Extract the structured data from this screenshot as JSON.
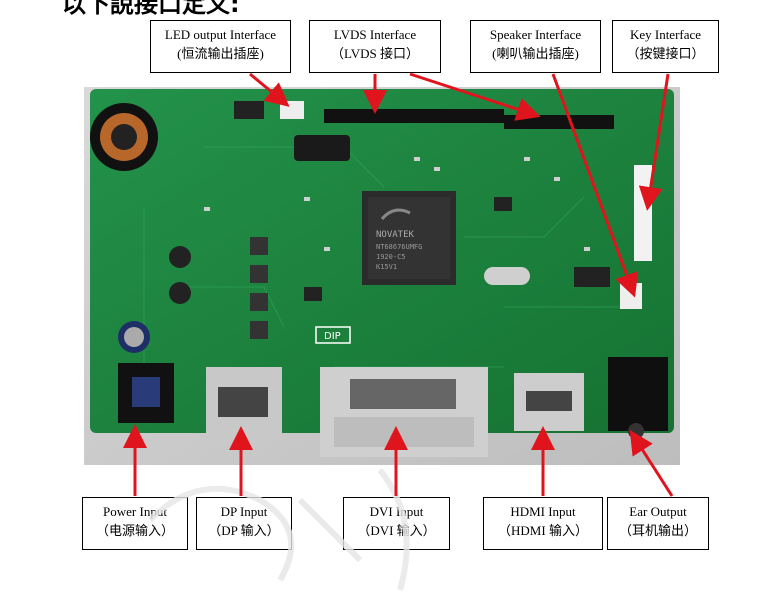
{
  "heading_fragment": "以下說接口定义:",
  "labels": {
    "led": {
      "en": "LED output Interface",
      "zh": "(恒流输出插座)"
    },
    "lvds": {
      "en": "LVDS Interface",
      "zh": "（LVDS 接口）"
    },
    "speaker": {
      "en": "Speaker Interface",
      "zh": "(喇叭输出插座)"
    },
    "key": {
      "en": "Key Interface",
      "zh": "（按键接口）"
    },
    "power": {
      "en": "Power Input",
      "zh": "（电源输入）"
    },
    "dp": {
      "en": "DP Input",
      "zh": "（DP 输入）"
    },
    "dvi": {
      "en": "DVI Input",
      "zh": "（DVI 输入）"
    },
    "hdmi": {
      "en": "HDMI Input",
      "zh": "（HDMI 输入）"
    },
    "ear": {
      "en": "Ear Output",
      "zh": "（耳机输出）"
    }
  },
  "board": {
    "chip_brand": "NOVATEK",
    "chip_lines": [
      "NT68676UMFG",
      "1920-C5",
      "K15V1"
    ],
    "dip_label": "DIP"
  },
  "colors": {
    "arrow": "#e0141c",
    "pcb": "#1f8a3a",
    "pcb_dark": "#136b2b"
  }
}
